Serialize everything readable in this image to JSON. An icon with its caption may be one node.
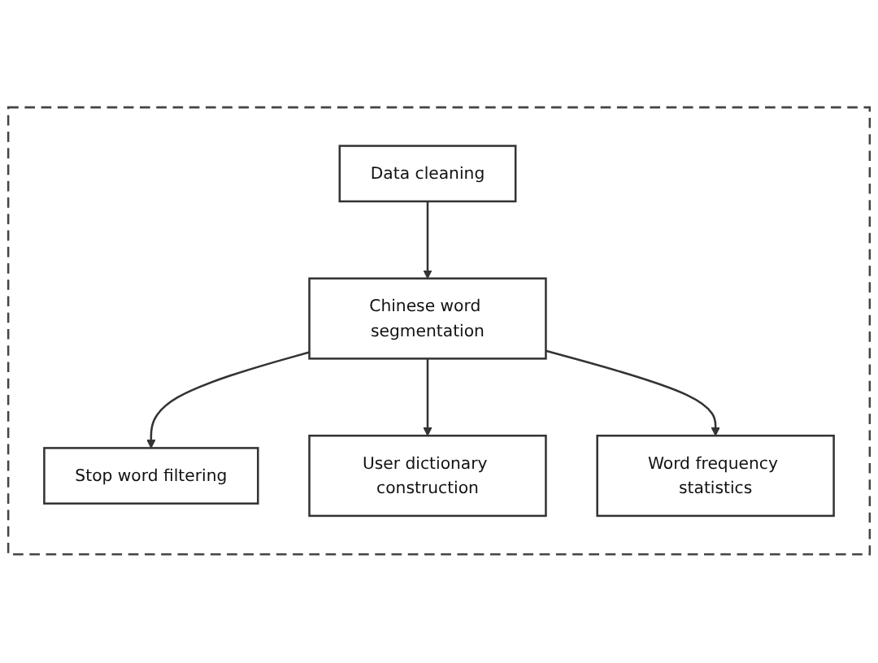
{
  "diagram": {
    "nodes": [
      {
        "text": [],
        "shape": "box"
      },
      {
        "text": [
          "Data cleaning"
        ],
        "in": 0
      },
      {
        "text": [
          "Chinese word segmentation"
        ],
        "in": 0
      },
      {
        "text": [
          "Stop word filtering"
        ],
        "in": 0
      },
      {
        "text": [
          "User dictionary construction"
        ],
        "in": 0
      },
      {
        "text": [
          "Word frequency statistics"
        ],
        "in": 0
      }
    ],
    "edges": [
      {
        "from": 1,
        "to": 2,
        "arrow": "to"
      },
      {
        "from": 2,
        "to": 3,
        "arrow": "to"
      },
      {
        "from": 2,
        "to": 4,
        "arrow": "to"
      },
      {
        "from": 2,
        "to": 5,
        "arrow": "to"
      }
    ]
  }
}
